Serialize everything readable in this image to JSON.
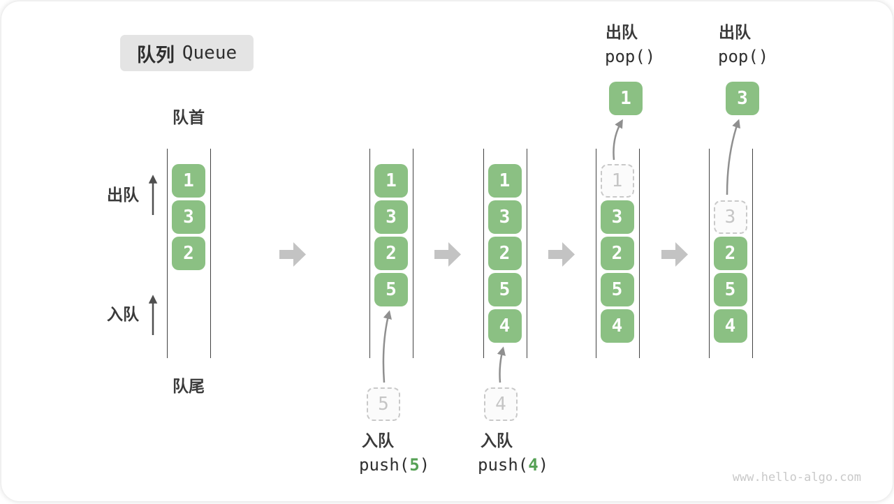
{
  "title": {
    "zh": "队列",
    "en": "Queue"
  },
  "labels": {
    "front": "队首",
    "rear": "队尾",
    "dequeue": "出队",
    "enqueue": "入队"
  },
  "colors": {
    "cell_green": "#8bc083",
    "accent_green": "#56a155",
    "block_arrow": "#c3c3c3",
    "line_dark": "#4f4f4f",
    "line_gray": "#8f8f8f"
  },
  "states": [
    {
      "cells": [
        "1",
        "3",
        "2"
      ]
    },
    {
      "cells": [
        "1",
        "3",
        "2",
        "5"
      ],
      "pending": "5",
      "op": {
        "label": "入队",
        "pre": "push(",
        "arg": "5",
        "post": ")"
      }
    },
    {
      "cells": [
        "1",
        "3",
        "2",
        "5",
        "4"
      ],
      "pending": "4",
      "op": {
        "label": "入队",
        "pre": "push(",
        "arg": "4",
        "post": ")"
      }
    },
    {
      "cells": [
        "3",
        "2",
        "5",
        "4"
      ],
      "ghost": "1",
      "out": "1",
      "op": {
        "label": "出队",
        "code": "pop()"
      }
    },
    {
      "cells": [
        "2",
        "5",
        "4"
      ],
      "ghost": "3",
      "out": "3",
      "op": {
        "label": "出队",
        "code": "pop()"
      }
    }
  ],
  "watermark": "www.hello-algo.com"
}
